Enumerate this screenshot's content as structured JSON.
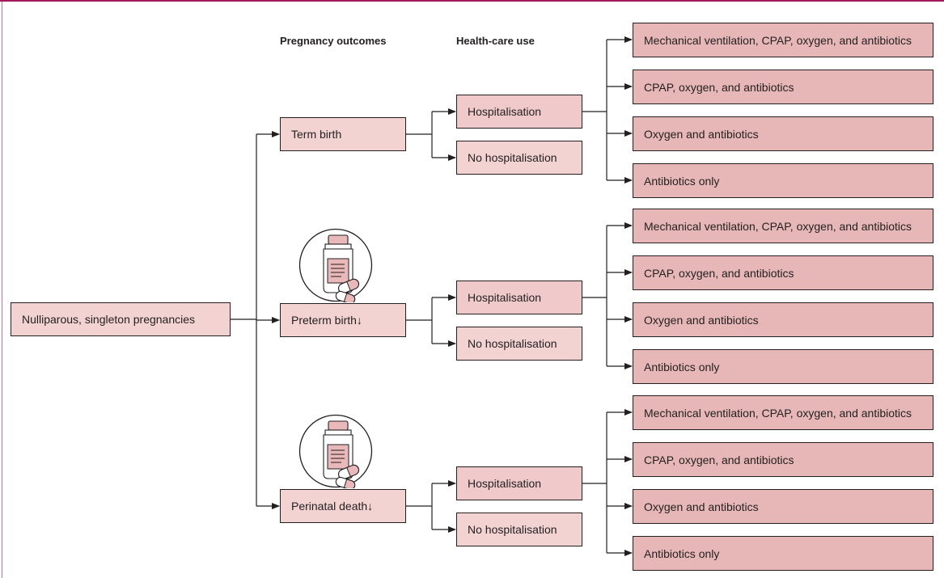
{
  "headers": {
    "pregnancy_outcomes": "Pregnancy outcomes",
    "health_care_use": "Health-care use"
  },
  "root": "Nulliparous, singleton pregnancies",
  "outcomes": [
    {
      "label": "Term birth",
      "hosp": "Hospitalisation",
      "no_hosp": "No hospitalisation",
      "medication_icon": false
    },
    {
      "label": "Preterm birth↓",
      "hosp": "Hospitalisation",
      "no_hosp": "No hospitalisation",
      "medication_icon": true
    },
    {
      "label": "Perinatal death↓",
      "hosp": "Hospitalisation",
      "no_hosp": "No hospitalisation",
      "medication_icon": true
    }
  ],
  "treatments": [
    "Mechanical ventilation, CPAP, oxygen, and antibiotics",
    "CPAP, oxygen, and antibiotics",
    "Oxygen and antibiotics",
    "Antibiotics only"
  ],
  "icons": {
    "medication": "pill-bottle-icon"
  },
  "colors": {
    "frame_accent": "#a3195b",
    "box_light": "#f3d2d2",
    "box_dark": "#e7b7b7",
    "line": "#231f20"
  }
}
